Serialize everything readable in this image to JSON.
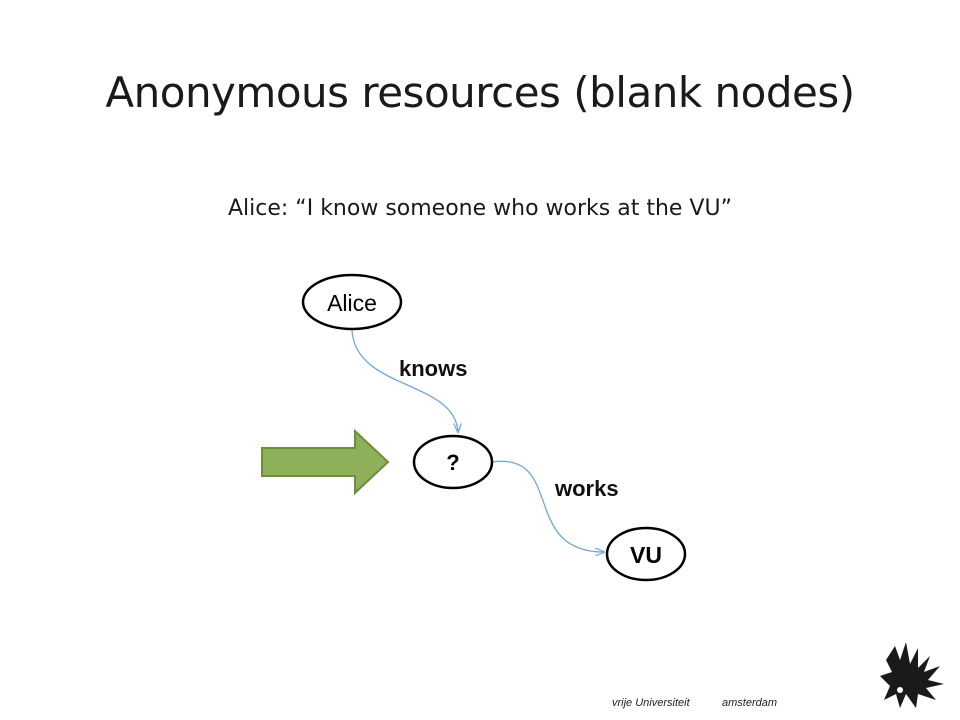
{
  "slide": {
    "title": "Anonymous resources (blank nodes)",
    "subtitle": "Alice: “I know someone who works at the VU”"
  },
  "diagram": {
    "nodes": {
      "alice": "Alice",
      "blank": "?",
      "vu": "VU"
    },
    "edges": {
      "knows": "knows",
      "works": "works"
    },
    "colors": {
      "edge": "#6fa8dc",
      "arrow_fill": "#8eb05a",
      "arrow_stroke": "#6d8f3c"
    }
  },
  "footer": {
    "university": "vrije Universiteit",
    "city": "amsterdam",
    "logo_icon": "griffin-logo-icon"
  }
}
